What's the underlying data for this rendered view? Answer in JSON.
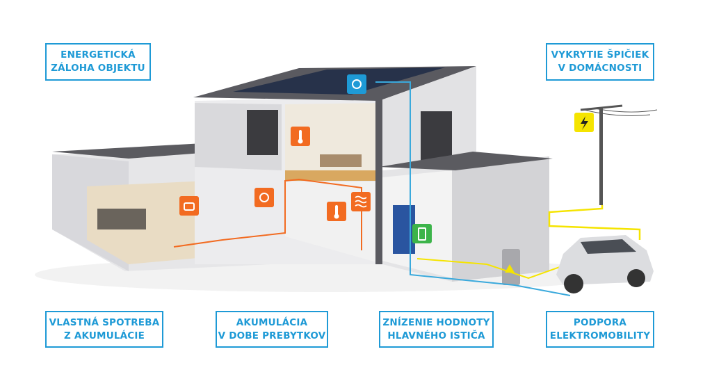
{
  "labels": {
    "backup": {
      "line1": "ENERGETICKÁ",
      "line2": "ZÁLOHA OBJEKTU"
    },
    "peaks": {
      "line1": "VYKRYTIE ŠPIČIEK",
      "line2": "V DOMÁCNOSTI"
    },
    "self_consumption": {
      "line1": "VLASTNÁ SPOTREBA",
      "line2": "Z AKUMULÁCIE"
    },
    "accumulation": {
      "line1": "AKUMULÁCIA",
      "line2": "V DOBE PREBYTKOV"
    },
    "breaker": {
      "line1": "ZNÍZENIE HODNOTY",
      "line2": "HLAVNÉHO ISTIČA"
    },
    "emobility": {
      "line1": "PODPORA",
      "line2": "ELEKTROMOBILITY"
    }
  },
  "colors": {
    "accent": "#1e9ad6",
    "orange": "#f26b21",
    "green": "#3cb44a",
    "yellow": "#f5e400"
  }
}
